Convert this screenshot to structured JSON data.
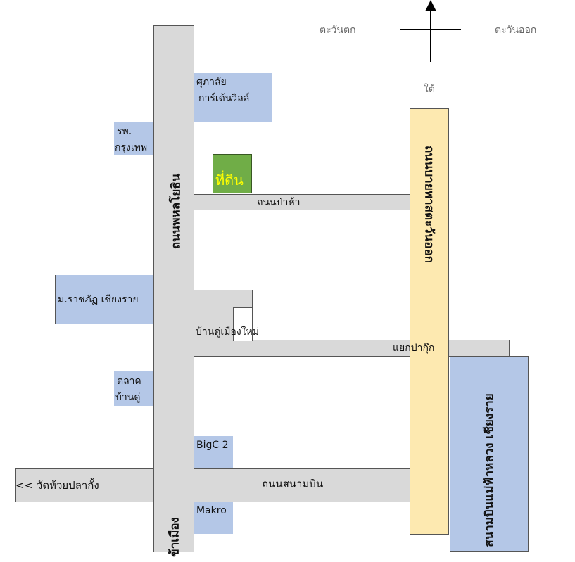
{
  "compass": {
    "west": "ตะวันตก",
    "east": "ตะวันออก",
    "south": "ใต้"
  },
  "roads": {
    "phahonyothin": "ถนนพหลโยธิน",
    "phahonyothin_bottom": "ข้าเมือง",
    "pa_ha": "ถนนป่าห้า",
    "bypass_east": "ถนนบายพาสตะวันออก",
    "airport": "ถนนสนามบิน",
    "yaek_pa_kuk": "แยกป่ากุ๊ก",
    "wat_huai_pla_kang": "<< วัดห้วยปลากั้ง"
  },
  "places": {
    "suphalai_1": "ศุภาลัย",
    "suphalai_2": "การ์เด้นวิลล์",
    "hospital_1": "รพ.",
    "hospital_2": "กรุงเทพ",
    "land": "ที่ดิน",
    "rajabhat": "ม.ราชภัฏ เชียงราย",
    "ban_du": "บ้านดู่เมืองใหม่",
    "market_1": "ตลาด",
    "market_2": "บ้านดู่",
    "bigc": "BigC 2",
    "makro": "Makro",
    "airport_name": "สนามบินแม่ฟ้าหลวง เชียงราย"
  },
  "colors": {
    "road": "#d9d9d9",
    "highway": "#fde9b0",
    "place": "#b4c7e7",
    "land": "#70ad47",
    "land_text": "#ffff00"
  }
}
